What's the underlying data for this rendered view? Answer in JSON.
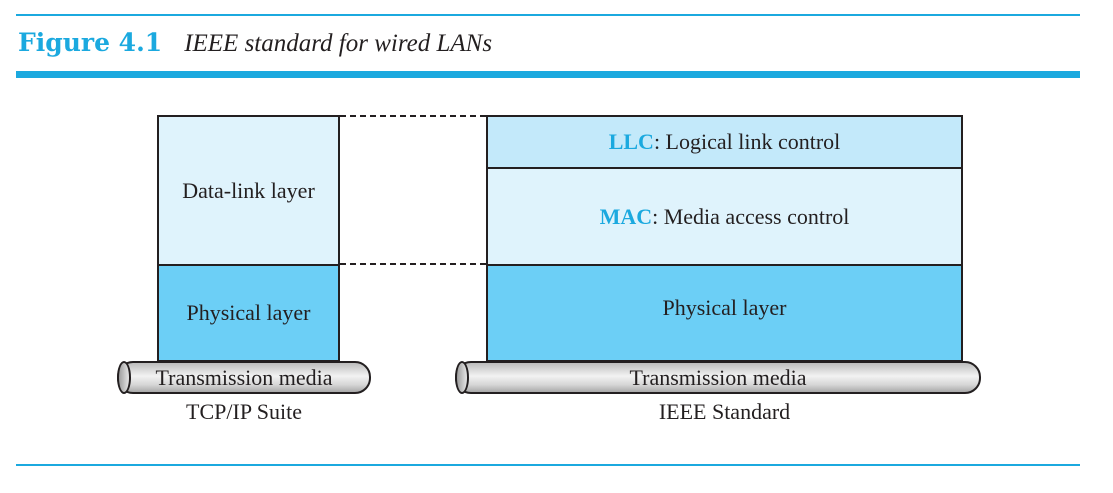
{
  "caption": {
    "figure_label": "Figure 4.1",
    "figure_title": "IEEE standard for wired LANs"
  },
  "tcpip": {
    "data_link": "Data-link layer",
    "physical": "Physical layer",
    "media": "Transmission media",
    "suite_label": "TCP/IP Suite"
  },
  "ieee": {
    "llc_acronym": "LLC",
    "llc_text": ": Logical link control",
    "mac_acronym": "MAC",
    "mac_text": ": Media access control",
    "physical": "Physical layer",
    "media": "Transmission media",
    "suite_label": "IEEE Standard"
  },
  "colors": {
    "accent": "#1ba9df",
    "light_fill": "#dff3fc",
    "llc_fill": "#c3e9fa",
    "physical_fill": "#6ccff6",
    "ink": "#231f20"
  }
}
